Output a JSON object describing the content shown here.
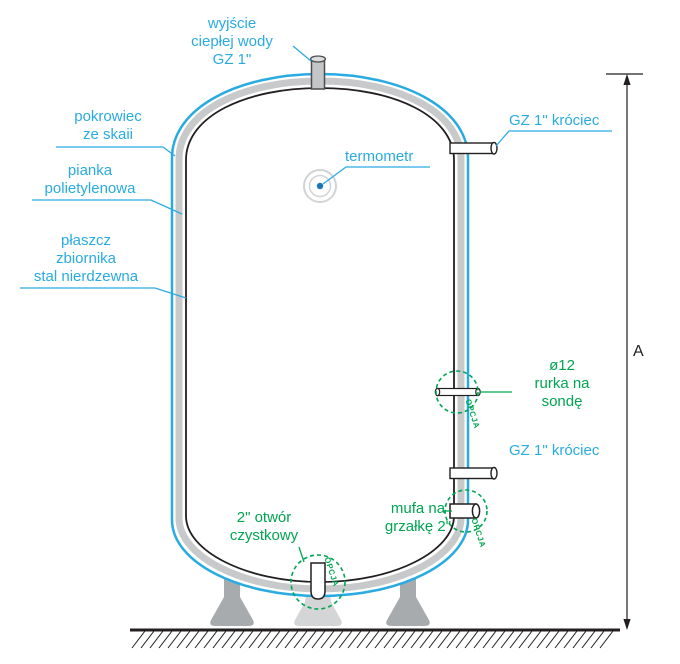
{
  "colors": {
    "accent_cyan": "#29abe2",
    "accent_green": "#00a651",
    "line_black": "#231f20",
    "insulation_gray": "#c8c9cb",
    "leg_gray": "#a8abad"
  },
  "callouts": {
    "outlet": "wyjście\nciepłej wody\nGZ 1\"",
    "krociec_top": "GZ 1\" króciec",
    "termometr": "termometr",
    "pokrowiec": "pokrowiec\nze skaii",
    "pianka": "pianka\npolietylenowa",
    "plaszcz": "płaszcz\nzbiornika\nstal nierdzewna",
    "rurka": "ø12\nrurka na\nsondę",
    "krociec_bottom": "GZ 1\" króciec",
    "mufa": "mufa na\ngrzałkę 2\"",
    "otwor": "2\" otwór\nczystkowy",
    "opcja": "OPCJA",
    "dimension": "A"
  }
}
